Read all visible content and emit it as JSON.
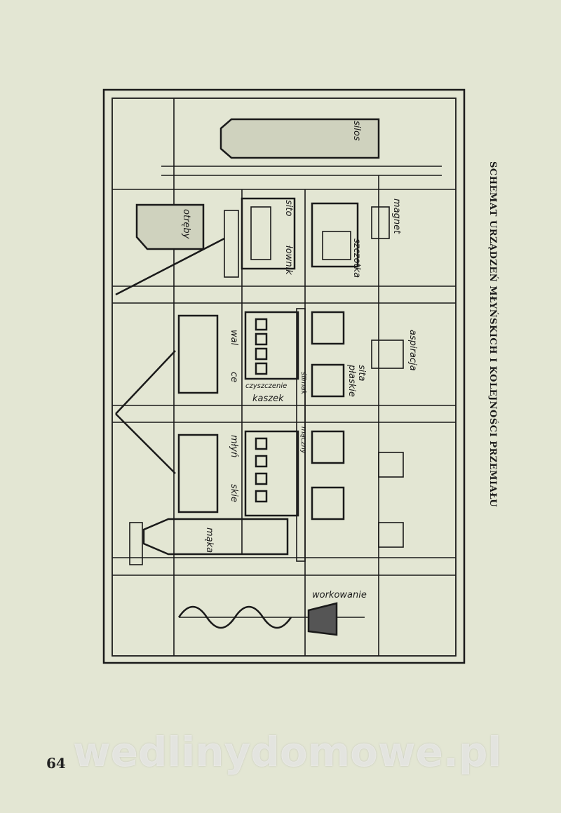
{
  "title": "SCHEMAT URZĄDZEŃ MŁYŃSKICH I KOLEJNOŚCI PRZEMIAŁU",
  "page_number": "64",
  "watermark": "wedlinydomowe.pl",
  "labels": {
    "silos": "silos",
    "otreby": "otręby",
    "sito": "sito",
    "lownik": "łownik",
    "szczotka": "szczotka",
    "magnet": "magnet",
    "wal": "wal",
    "ce": "ce",
    "czyszczenie": "czyszczenie",
    "kaszek": "kaszek",
    "aspiracja": "aspiracja",
    "sita": "sita",
    "plaskie": "płaskie",
    "slimak": "ślimak",
    "maczny": "mączny",
    "mlyn": "młyń",
    "skie": "skie",
    "maka": "mąka",
    "workowanie": "workowanie"
  },
  "colors": {
    "paper": "#e3e6d3",
    "ink": "#1a1a1a"
  }
}
